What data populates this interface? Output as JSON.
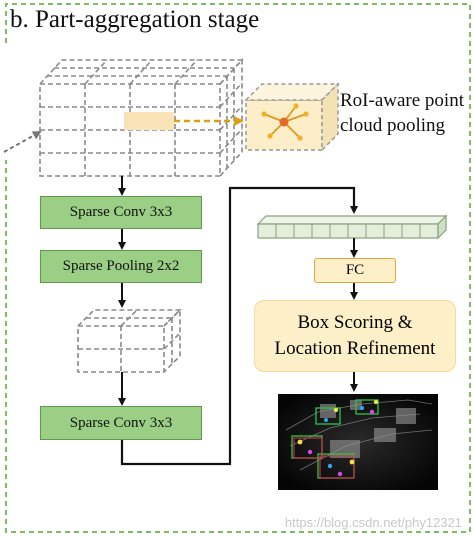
{
  "title": "b. Part-aggregation stage",
  "roi_pooling": {
    "line1": "RoI-aware point",
    "line2": "cloud pooling"
  },
  "blocks": {
    "conv1": "Sparse Conv 3x3",
    "pool": "Sparse Pooling 2x2",
    "conv2": "Sparse Conv 3x3"
  },
  "fc": "FC",
  "box_scoring": {
    "line1": "Box Scoring &",
    "line2": "Location Refinement"
  },
  "watermark": "https://blog.csdn.net/phy12321",
  "colors": {
    "green_fill": "#9bcf86",
    "green_border": "#5e9a4a",
    "orange_fill": "#fdf0c8",
    "orange_border": "#e5a93a",
    "arrow_orange": "#d9a018",
    "dashed_border": "#7cbf5e"
  }
}
